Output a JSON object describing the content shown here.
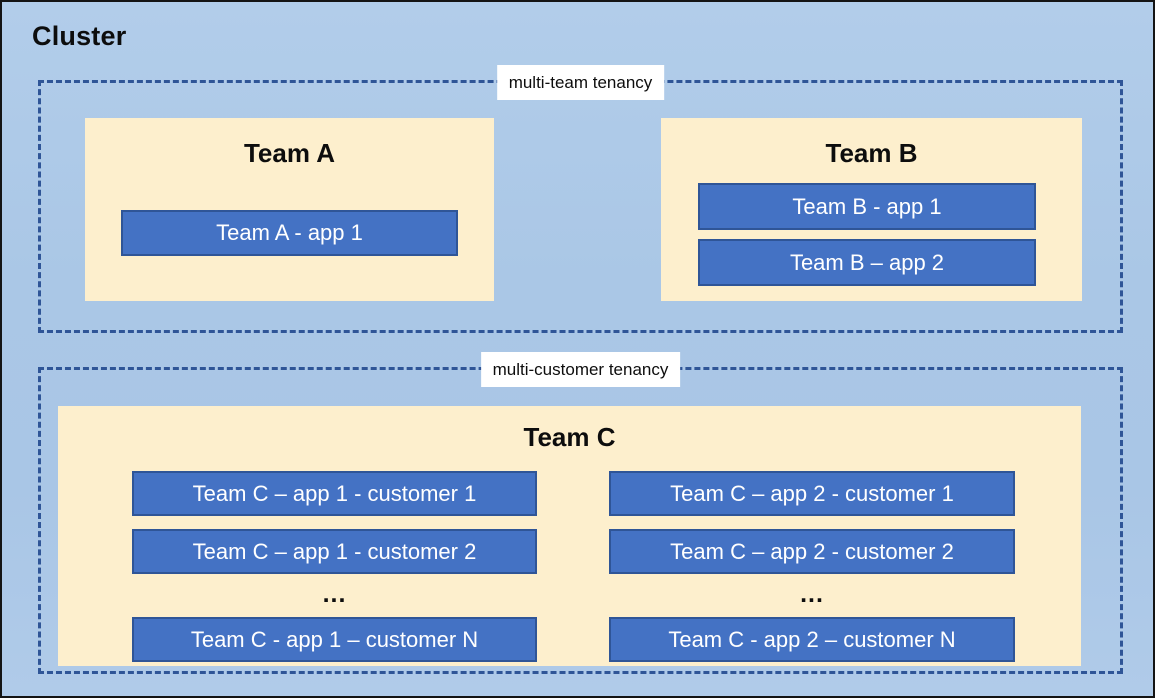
{
  "diagram": {
    "title": "Cluster",
    "background_color": "#AFC8E8",
    "team_box_color": "#FDEFCD",
    "app_box_color": "#4472C4",
    "app_box_border_color": "#2F5597",
    "dashed_border_color": "#2F5597",
    "ellipsis": "..."
  },
  "groups": [
    {
      "id": "multi-team",
      "label": "multi-team tenancy",
      "teams": [
        {
          "id": "team-a",
          "title": "Team A",
          "apps": [
            {
              "id": "team-a-app-1",
              "label": "Team A - app 1"
            }
          ]
        },
        {
          "id": "team-b",
          "title": "Team B",
          "apps": [
            {
              "id": "team-b-app-1",
              "label": "Team B - app 1"
            },
            {
              "id": "team-b-app-2",
              "label": "Team B – app 2"
            }
          ]
        }
      ]
    },
    {
      "id": "multi-customer",
      "label": "multi-customer tenancy",
      "teams": [
        {
          "id": "team-c",
          "title": "Team C",
          "columns": [
            {
              "id": "team-c-app-1",
              "apps": [
                {
                  "id": "team-c-app1-cust1",
                  "label": "Team C – app 1 - customer 1"
                },
                {
                  "id": "team-c-app1-cust2",
                  "label": "Team C – app 1 - customer 2"
                },
                {
                  "id": "team-c-app1-custN",
                  "label": "Team C - app 1 – customer N"
                }
              ],
              "ellipsis": "..."
            },
            {
              "id": "team-c-app-2",
              "apps": [
                {
                  "id": "team-c-app2-cust1",
                  "label": "Team C – app 2 - customer 1"
                },
                {
                  "id": "team-c-app2-cust2",
                  "label": "Team C – app 2 - customer 2"
                },
                {
                  "id": "team-c-app2-custN",
                  "label": "Team C - app 2 – customer N"
                }
              ],
              "ellipsis": "..."
            }
          ]
        }
      ]
    }
  ]
}
